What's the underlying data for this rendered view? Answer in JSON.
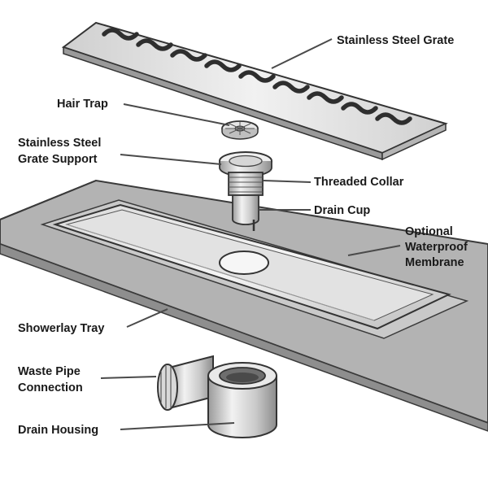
{
  "labels": {
    "grate": "Stainless Steel Grate",
    "hair_trap": "Hair Trap",
    "grate_support_line1": "Stainless Steel",
    "grate_support_line2": "Grate Support",
    "threaded_collar": "Threaded Collar",
    "drain_cup": "Drain Cup",
    "membrane_line1": "Optional",
    "membrane_line2": "Waterproof",
    "membrane_line3": "Membrane",
    "showerlay_tray": "Showerlay Tray",
    "waste_pipe_line1": "Waste Pipe",
    "waste_pipe_line2": "Connection",
    "drain_housing": "Drain Housing"
  }
}
